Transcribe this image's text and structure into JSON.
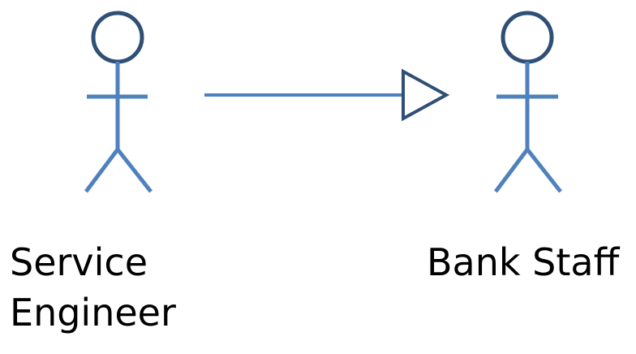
{
  "colors": {
    "background": "#ffffff",
    "head_stroke": "#2F4F75",
    "body_stroke": "#4F81BD",
    "text": "#000000"
  },
  "actors": [
    {
      "name_lines": [
        "Service",
        "Engineer"
      ]
    },
    {
      "name_lines": [
        "Bank Staff"
      ]
    }
  ],
  "relationship": {
    "type": "generalization",
    "arrowhead": "hollow-triangle",
    "from": "Service Engineer",
    "to": "Bank Staff"
  }
}
